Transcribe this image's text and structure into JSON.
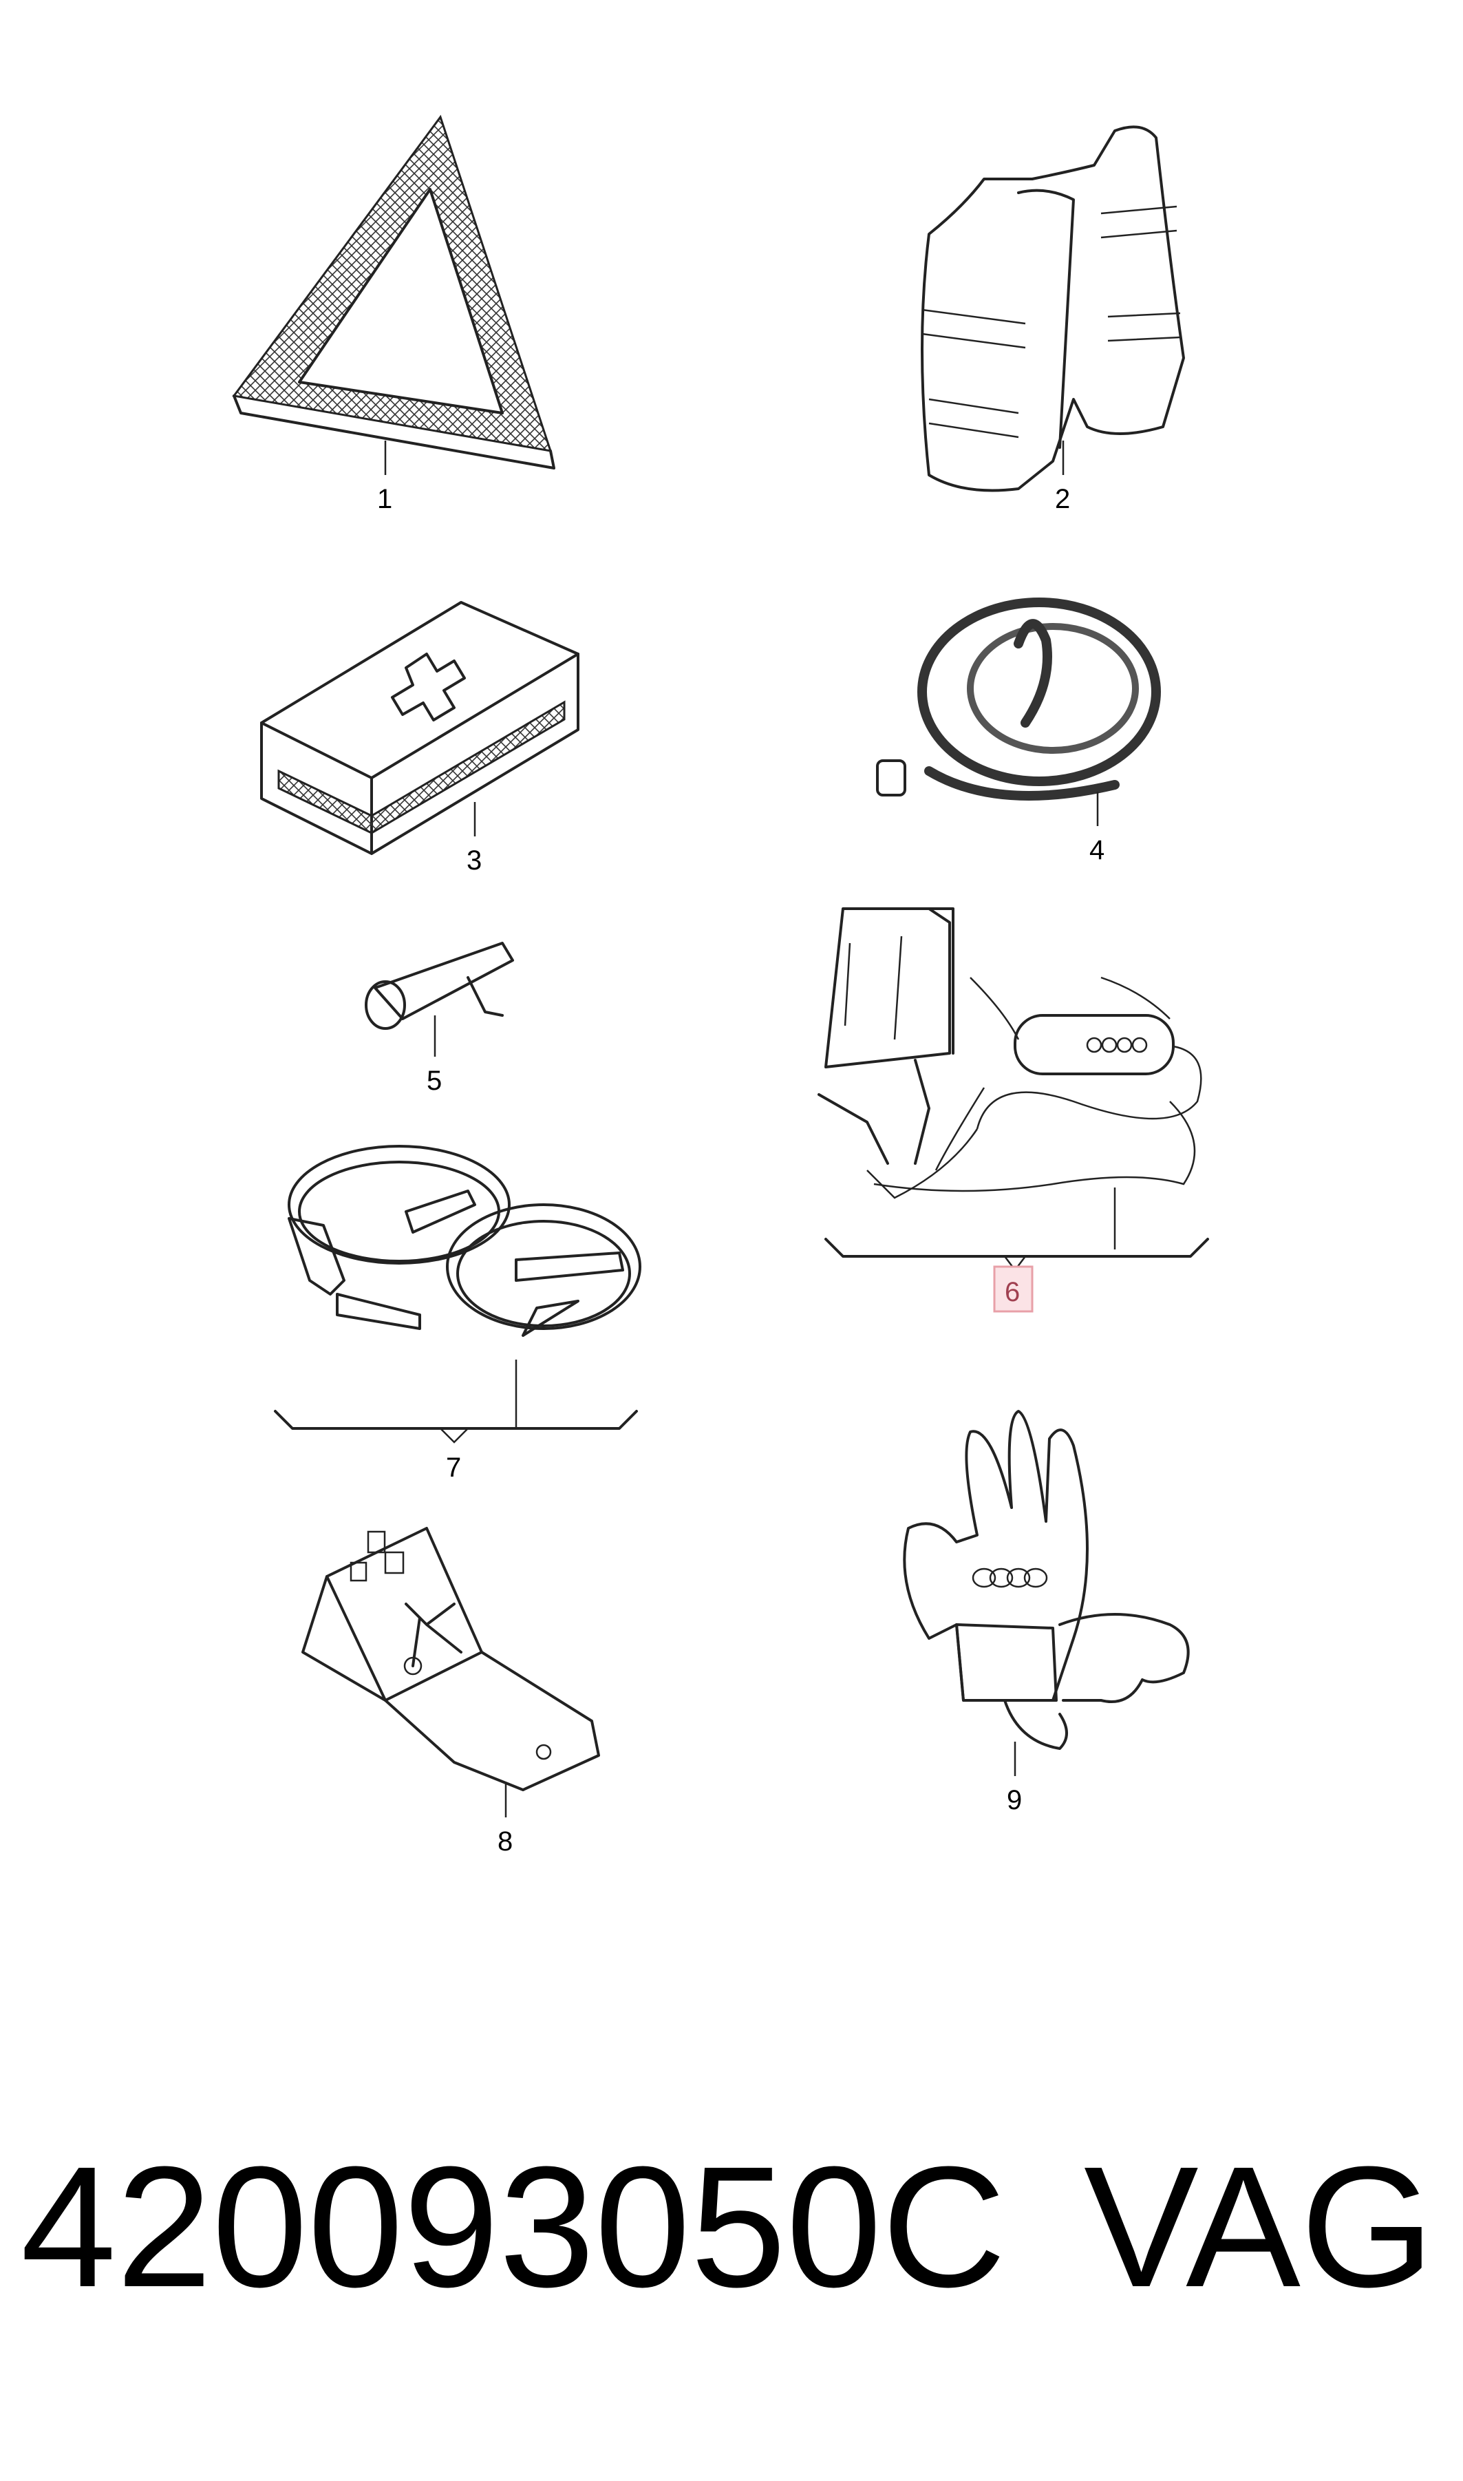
{
  "diagram": {
    "items": [
      {
        "number": "1",
        "icon": "warning-triangle-icon"
      },
      {
        "number": "2",
        "icon": "safety-vest-icon"
      },
      {
        "number": "3",
        "icon": "first-aid-kit-icon"
      },
      {
        "number": "4",
        "icon": "tow-rope-icon"
      },
      {
        "number": "5",
        "icon": "emergency-hammer-icon"
      },
      {
        "number": "6",
        "icon": "battery-charger-icon",
        "highlight_color": "#e8a0a8"
      },
      {
        "number": "7",
        "icon": "jumper-cables-icon"
      },
      {
        "number": "8",
        "icon": "wheel-chock-icon"
      },
      {
        "number": "9",
        "icon": "work-gloves-icon"
      }
    ]
  },
  "footer": {
    "part_number": "420093050C",
    "brand": "VAG"
  }
}
